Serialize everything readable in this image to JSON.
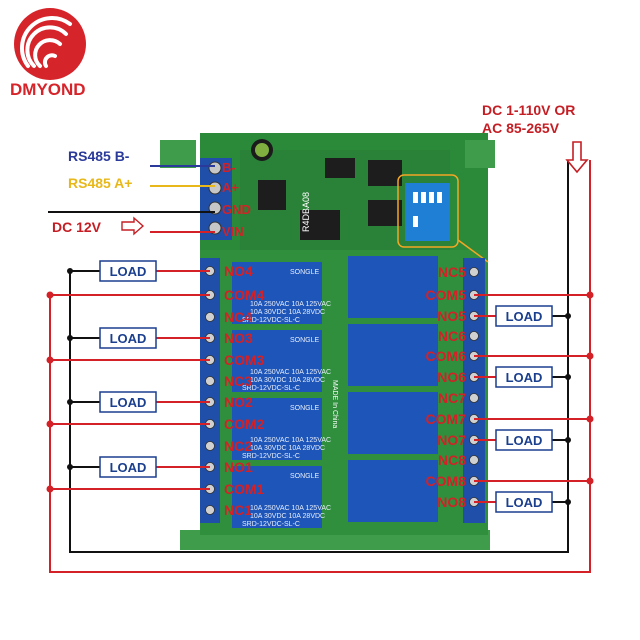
{
  "brand": {
    "name": "DMYOND"
  },
  "power_input": {
    "line1": "DC 1-110V OR",
    "line2": "AC 85-265V"
  },
  "inputs": {
    "rs485_b": "RS485 B-",
    "rs485_a": "RS485 A+",
    "dc12v": "DC 12V"
  },
  "board": {
    "model": "R4DBA08",
    "made_in": "MADE In China",
    "relay_brand": "SONGLE",
    "relay_model": "SRD-12VDC-SL-C",
    "relay_rating_1": "10A 250VAC  10A 125VAC",
    "relay_rating_2": "10A 30VDC  10A 28VDC"
  },
  "terminals_top": [
    "B-",
    "A+",
    "GND",
    "VIN"
  ],
  "left_terminals": [
    "NO4",
    "COM4",
    "NC4",
    "NO3",
    "COM3",
    "NC3",
    "NO2",
    "COM2",
    "NC2",
    "NO1",
    "COM1",
    "NC1"
  ],
  "right_terminals": [
    "NC5",
    "COM5",
    "NO5",
    "NC6",
    "COM6",
    "NO6",
    "NC7",
    "COM7",
    "NO7",
    "NC8",
    "COM8",
    "NO8"
  ],
  "load_label": "LOAD",
  "colors": {
    "wire": "#d42127",
    "black": "#111111",
    "board": "#2b8a3a",
    "terminal": "#1f4fa8",
    "relay": "#1d55b8",
    "label_red": "#c41e24",
    "rs485_b": "#2a3a9a",
    "rs485_a": "#e8b81a"
  }
}
